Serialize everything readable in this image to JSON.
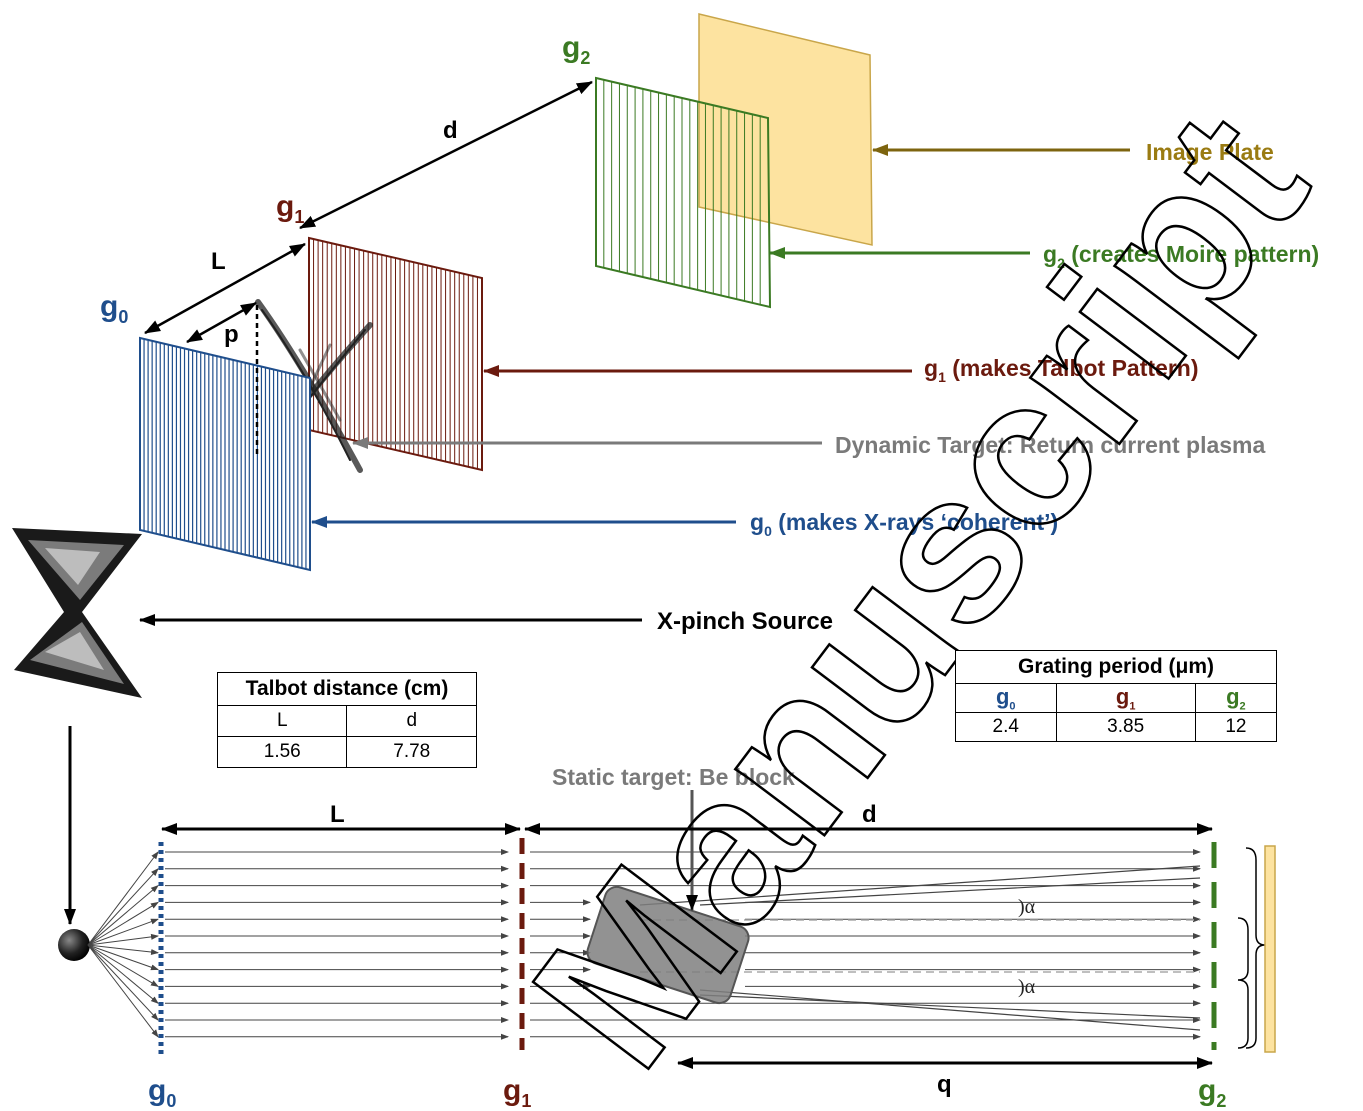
{
  "colors": {
    "g0": "#1f4e8c",
    "g1": "#6b1a0e",
    "g2": "#3b7a23",
    "plate": "#9a7b12",
    "plate_fill": "#fde3a0",
    "gray": "#7a7a7a",
    "black": "#000000"
  },
  "top": {
    "g0": "g",
    "g0_sub": "0",
    "g1": "g",
    "g1_sub": "1",
    "g2": "g",
    "g2_sub": "2",
    "L": "L",
    "d": "d",
    "p": "p",
    "image_plate": "Image Plate",
    "g2_desc_a": "g",
    "g2_desc_sub": "2",
    "g2_desc_b": " (creates Moire pattern)",
    "g1_desc_a": "g",
    "g1_desc_sub": "1",
    "g1_desc_b": " (makes Talbot Pattern)",
    "dynamic_target": "Dynamic Target: Return current plasma",
    "g0_desc_a": "g",
    "g0_desc_sub": "0",
    "g0_desc_b": " (makes X-rays ‘coherent’)",
    "source": "X-pinch Source"
  },
  "talbot_table": {
    "title": "Talbot distance (cm)",
    "headers": [
      "L",
      "d"
    ],
    "values": [
      "1.56",
      "7.78"
    ]
  },
  "grating_table": {
    "title": "Grating period (μm)",
    "headers": [
      {
        "g": "g",
        "sub": "0"
      },
      {
        "g": "g",
        "sub": "1"
      },
      {
        "g": "g",
        "sub": "2"
      }
    ],
    "values": [
      "2.4",
      "3.85",
      "12"
    ]
  },
  "bottom": {
    "L": "L",
    "d": "d",
    "q": "q",
    "alpha": ")α",
    "static_target": "Static target: Be block",
    "g0": "g",
    "g0_sub": "0",
    "g1": "g",
    "g1_sub": "1",
    "g2": "g",
    "g2_sub": "2"
  },
  "watermark": "Manuscript"
}
